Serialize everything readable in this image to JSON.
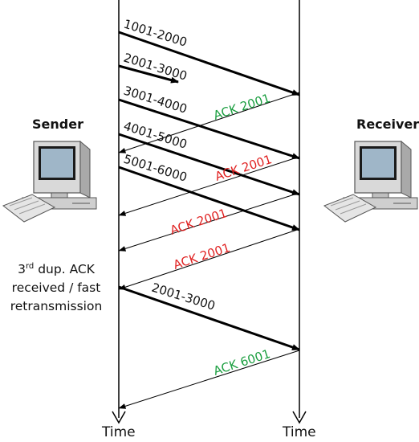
{
  "sender": {
    "label": "Sender"
  },
  "receiver": {
    "label": "Receiver"
  },
  "timeline": {
    "left_label": "Time",
    "right_label": "Time"
  },
  "retransmit_note": {
    "num": "3",
    "sup": "rd",
    "rest": " dup. ACK",
    "line2": "received / fast",
    "line3": "retransmission"
  },
  "colors": {
    "ack_good": "#1a9e3f",
    "ack_dup": "#e02020",
    "line": "#000000",
    "computer_body": "#e6e6e6",
    "screen": "#1a1a1a"
  },
  "icons": {
    "sender": "desktop-computer-icon",
    "receiver": "desktop-computer-icon"
  },
  "messages": [
    {
      "label": "1001-2000"
    },
    {
      "label": "2001-3000"
    },
    {
      "label": "3001-4000"
    },
    {
      "label": "4001-5000"
    },
    {
      "label": "5001-6000"
    },
    {
      "label": "2001-3000"
    }
  ],
  "acks": [
    {
      "label": "ACK 2001",
      "color": "#1a9e3f"
    },
    {
      "label": "ACK 2001",
      "color": "#e02020"
    },
    {
      "label": "ACK 2001",
      "color": "#e02020"
    },
    {
      "label": "ACK 2001",
      "color": "#e02020"
    },
    {
      "label": "ACK 6001",
      "color": "#1a9e3f"
    }
  ]
}
